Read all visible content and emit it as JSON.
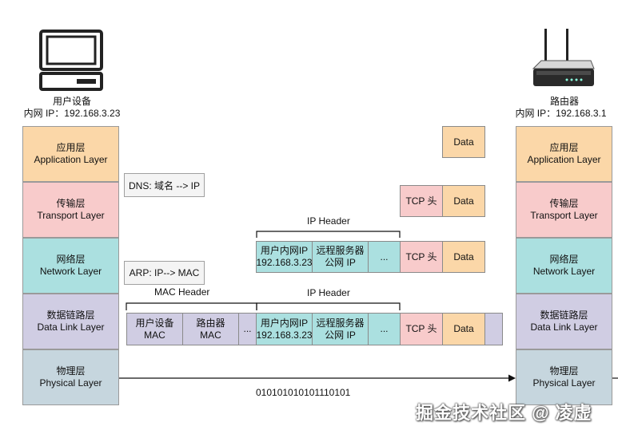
{
  "left_device": {
    "icon": "computer-icon",
    "name": "用户设备",
    "ip": "内网 IP：192.168.3.23"
  },
  "right_device": {
    "icon": "router-icon",
    "name": "路由器",
    "ip": "内网 IP：192.168.3.1"
  },
  "layers": [
    {
      "cn": "应用层",
      "en": "Application Layer",
      "color": "#fbd7a8"
    },
    {
      "cn": "传输层",
      "en": "Transport Layer",
      "color": "#f8cbcb"
    },
    {
      "cn": "网络层",
      "en": "Network Layer",
      "color": "#abe0e0"
    },
    {
      "cn": "数据链路层",
      "en": "Data Link Layer",
      "color": "#d0cde3"
    },
    {
      "cn": "物理层",
      "en": "Physical Layer",
      "color": "#c6d6de"
    }
  ],
  "notes": {
    "dns": "DNS: 域名 --> IP",
    "arp": "ARP: IP--> MAC"
  },
  "packets": {
    "app_row": {
      "data": "Data"
    },
    "transport_row": {
      "tcp": "TCP 头",
      "data": "Data"
    },
    "network_row": {
      "header_label": "IP Header",
      "src_ip": {
        "line1": "用户内网IP",
        "line2": "192.168.3.23"
      },
      "dst_ip": {
        "line1": "远程服务器",
        "line2": "公网 IP"
      },
      "ellipsis": "...",
      "tcp": "TCP 头",
      "data": "Data"
    },
    "link_row": {
      "mac_header_label": "MAC Header",
      "ip_header_label": "IP Header",
      "src_mac": {
        "line1": "用户设备",
        "line2": "MAC"
      },
      "dst_mac": {
        "line1": "路由器",
        "line2": "MAC"
      },
      "mac_ellipsis": "...",
      "src_ip": {
        "line1": "用户内网IP",
        "line2": "192.168.3.23"
      },
      "dst_ip": {
        "line1": "远程服务器",
        "line2": "公网 IP"
      },
      "ip_ellipsis": "...",
      "tcp": "TCP 头",
      "data": "Data"
    }
  },
  "bits": "010101010101110101",
  "watermark": "掘金技术社区 @ 凌虚"
}
